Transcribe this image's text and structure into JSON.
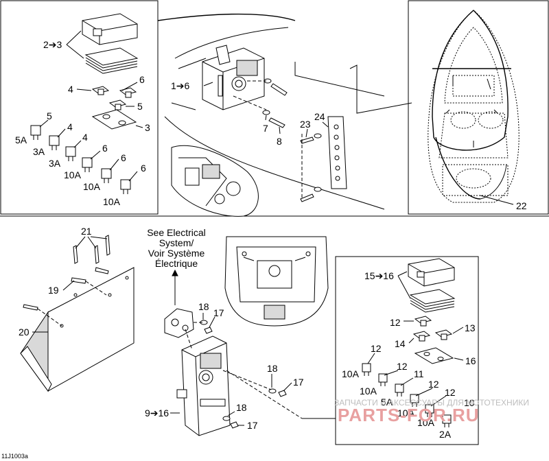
{
  "figure_code": "11J1003a",
  "electrical_ref": [
    "See Electrical",
    "System/",
    "Voir Système",
    "Électrique"
  ],
  "watermark": {
    "top": "ЗАПЧАСТИ И АКСЕССУАРЫ ДЛЯ МОТОТЕХНИКИ",
    "main": "PARTS-FOR.RU"
  },
  "callouts": {
    "c_2_3": "2➔3",
    "c_1_6": "1➔6",
    "c_4": "4",
    "c_6a": "6",
    "c_5a": "5",
    "c_3": "3",
    "c_5b": "5",
    "c_4b": "4",
    "c_4c": "4",
    "c_6b": "6",
    "c_6c": "6",
    "c_6d": "6",
    "c_7": "7",
    "c_8": "8",
    "c_23": "23",
    "c_24": "24",
    "c_22": "22",
    "c_21": "21",
    "c_19": "19",
    "c_20": "20",
    "c_18a": "18",
    "c_17a": "17",
    "c_9_16": "9➔16",
    "c_18b": "18",
    "c_17b": "17",
    "c_18c": "18",
    "c_17c": "17",
    "c_15_16": "15➔16",
    "c_12a": "12",
    "c_13": "13",
    "c_14": "14",
    "c_16": "16",
    "c_12b": "12",
    "c_12c": "12",
    "c_11": "11",
    "c_12d": "12",
    "c_10": "10"
  },
  "ratings": {
    "r_5a_top": "5A",
    "r_3a_1": "3A",
    "r_3a_2": "3A",
    "r_10a_1": "10A",
    "r_10a_2": "10A",
    "r_10a_3": "10A",
    "r_10a_b1": "10A",
    "r_10a_b2": "10A",
    "r_5a_b": "5A",
    "r_10a_b3": "10A",
    "r_10a_b4": "10A",
    "r_2a": "2A"
  }
}
